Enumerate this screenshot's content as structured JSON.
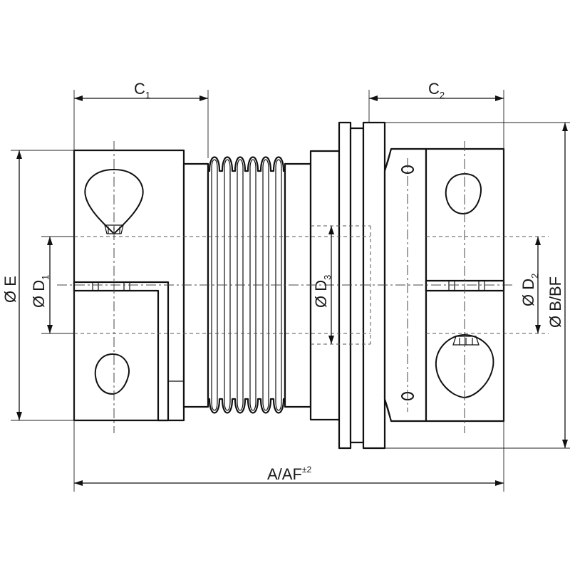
{
  "dimensions": {
    "c1": {
      "letter": "C",
      "sub": "1"
    },
    "c2": {
      "letter": "C",
      "sub": "2"
    },
    "e": {
      "text": "Ø E"
    },
    "d1": {
      "letter": "Ø D",
      "sub": "1"
    },
    "d3": {
      "letter": "Ø D",
      "sub": "3"
    },
    "d2": {
      "letter": "Ø D",
      "sub": "2"
    },
    "b_bf": {
      "text": "Ø B/BF"
    },
    "a_af": {
      "text": "A/AF",
      "sup": "±2"
    }
  }
}
